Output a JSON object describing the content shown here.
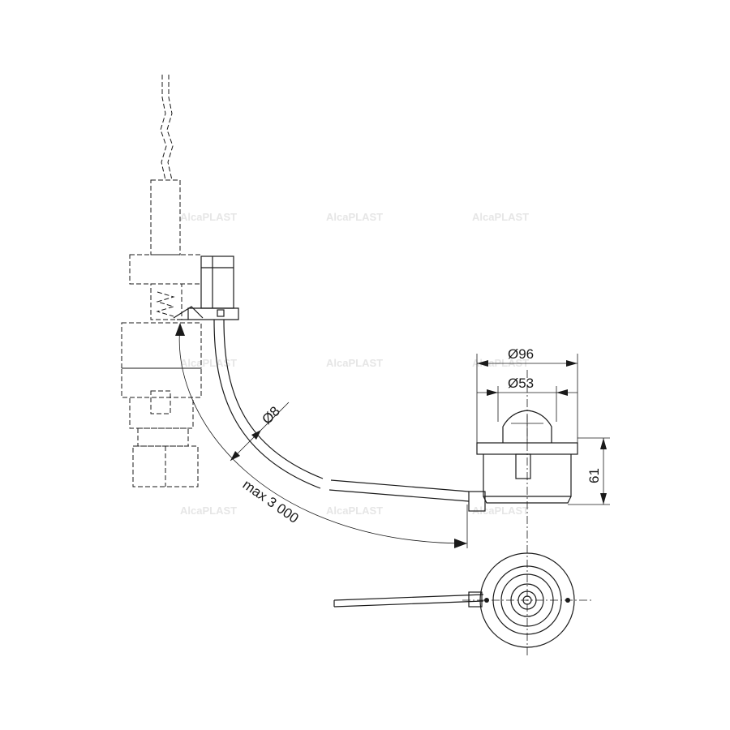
{
  "watermark": {
    "text": "AlcaPLAST",
    "color": "#e6e6e6"
  },
  "dimensions": {
    "outer_diameter": "Ø96",
    "inner_diameter": "Ø53",
    "hose_diameter": "Ø8",
    "hose_length": "max 3 000",
    "height": "61"
  },
  "colors": {
    "line": "#1a1a1a",
    "background": "#ffffff"
  }
}
